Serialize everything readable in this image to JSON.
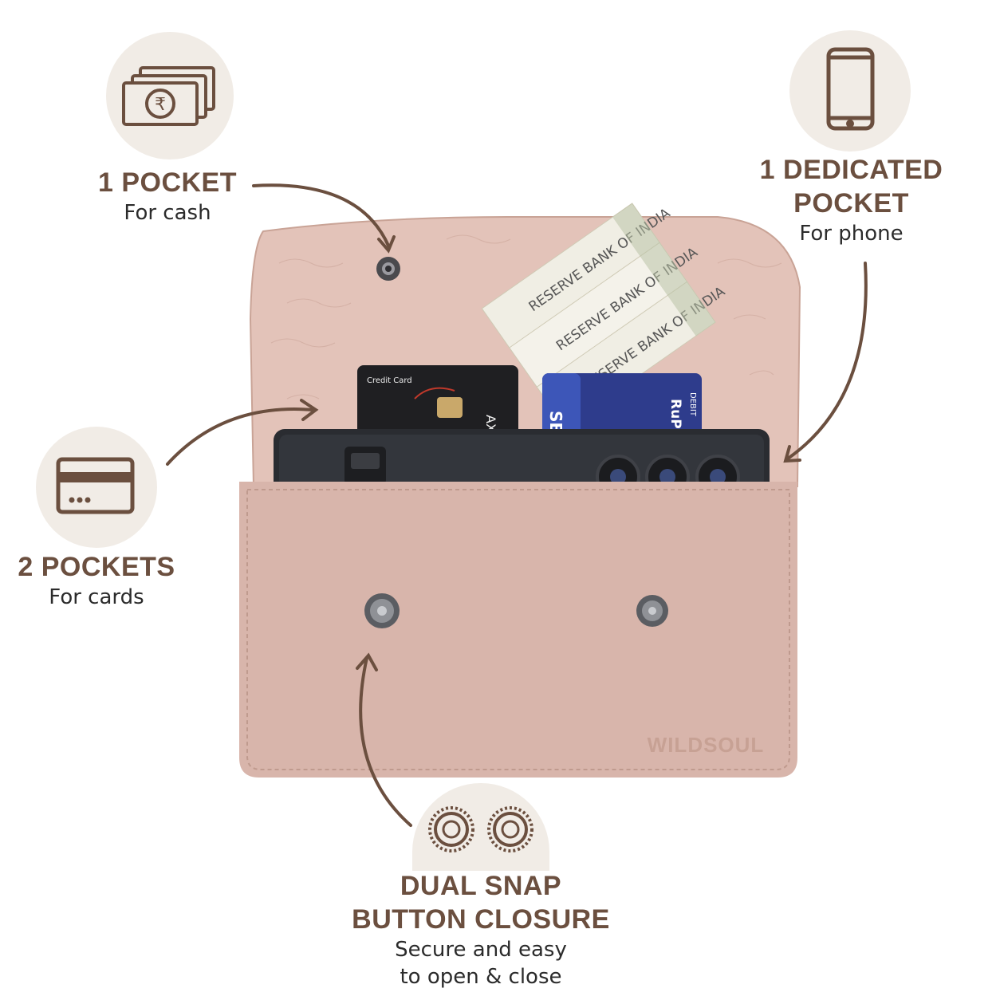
{
  "features": {
    "cash": {
      "title": "1 POCKET",
      "sub": "For cash",
      "icon": "cash-icon"
    },
    "phone": {
      "title_line1": "1 DEDICATED",
      "title_line2": "POCKET",
      "sub": "For phone",
      "icon": "phone-icon"
    },
    "cards": {
      "title": "2 POCKETS",
      "sub": "For cards",
      "icon": "card-icon"
    },
    "snap": {
      "title_line1": "DUAL SNAP",
      "title_line2": "BUTTON CLOSURE",
      "sub_line1": "Secure and easy",
      "sub_line2": "to open & close",
      "icon": "snap-button-icon"
    }
  },
  "product": {
    "brand": "WILDSOUL",
    "card_left_label": "Credit Card",
    "card_left_bank": "AXIS",
    "card_right_bank": "SBI",
    "card_right_network": "RuPay",
    "card_right_type": "DEBIT",
    "note_text": "RESERVE BANK OF INDIA",
    "note_symbol": "₹"
  },
  "colors": {
    "accent_brown": "#6b4f3f",
    "icon_circle": "#f1ece6",
    "wallet_pink": "#d8b5ab",
    "wallet_inner": "#e3c3b9",
    "phone_black": "#2a2c31"
  }
}
